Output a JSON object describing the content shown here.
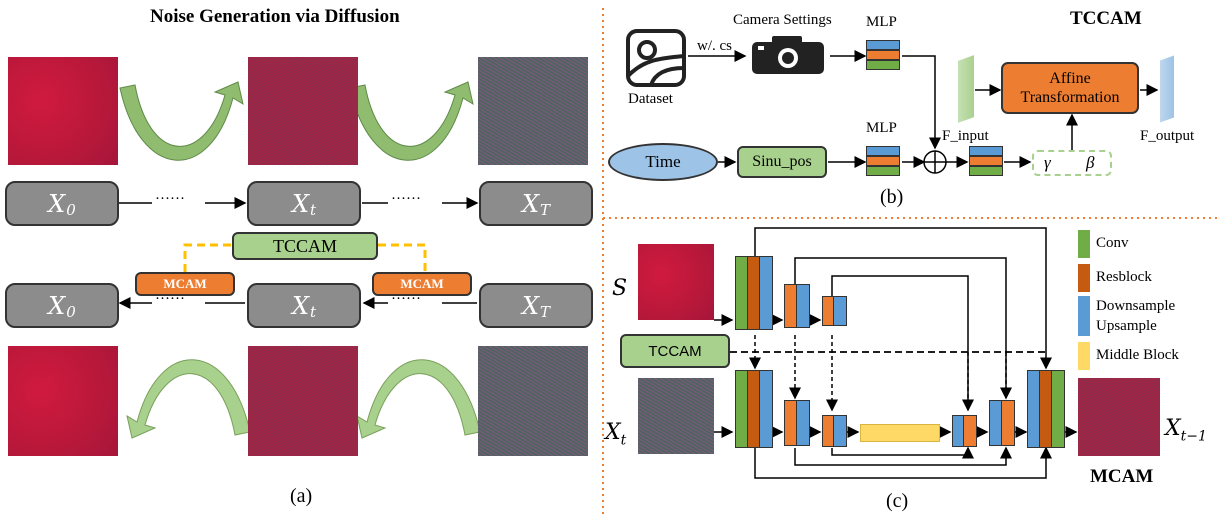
{
  "panel_a": {
    "title": "Noise Generation via Diffusion",
    "caption": "(a)",
    "forward_nodes": [
      "X",
      "X",
      "X"
    ],
    "forward_subs": [
      "0",
      "t",
      "T"
    ],
    "reverse_nodes": [
      "X",
      "X",
      "X"
    ],
    "reverse_subs": [
      "0",
      "t",
      "T"
    ],
    "dots": [
      "······",
      "······"
    ],
    "tccam_label": "TCCAM",
    "mcam_labels": [
      "MCAM",
      "MCAM"
    ]
  },
  "panel_b": {
    "title": "TCCAM",
    "caption": "(b)",
    "dataset_label": "Dataset",
    "edge_label": "w/. cs",
    "camera_label": "Camera Settings",
    "mlp_labels": [
      "MLP",
      "MLP"
    ],
    "time_label": "Time",
    "sinu_label": "Sinu_pos",
    "affine_label": "Affine Transformation",
    "f_input_label": "F_input",
    "f_output_label": "F_output",
    "gamma": "γ",
    "beta": "β"
  },
  "panel_c": {
    "title": "MCAM",
    "caption": "(c)",
    "s_label": "S",
    "xt_label": "X",
    "xt_sub": "t",
    "out_label": "X",
    "out_sub": "t−1",
    "tccam_label": "TCCAM",
    "legend": [
      {
        "label": "Conv",
        "color": "#70ad47"
      },
      {
        "label": "Resblock",
        "color": "#c55a11"
      },
      {
        "label": "Downsample Upsample",
        "color": "#5b9bd5"
      },
      {
        "label": "Middle Block",
        "color": "#ffd966"
      }
    ]
  }
}
